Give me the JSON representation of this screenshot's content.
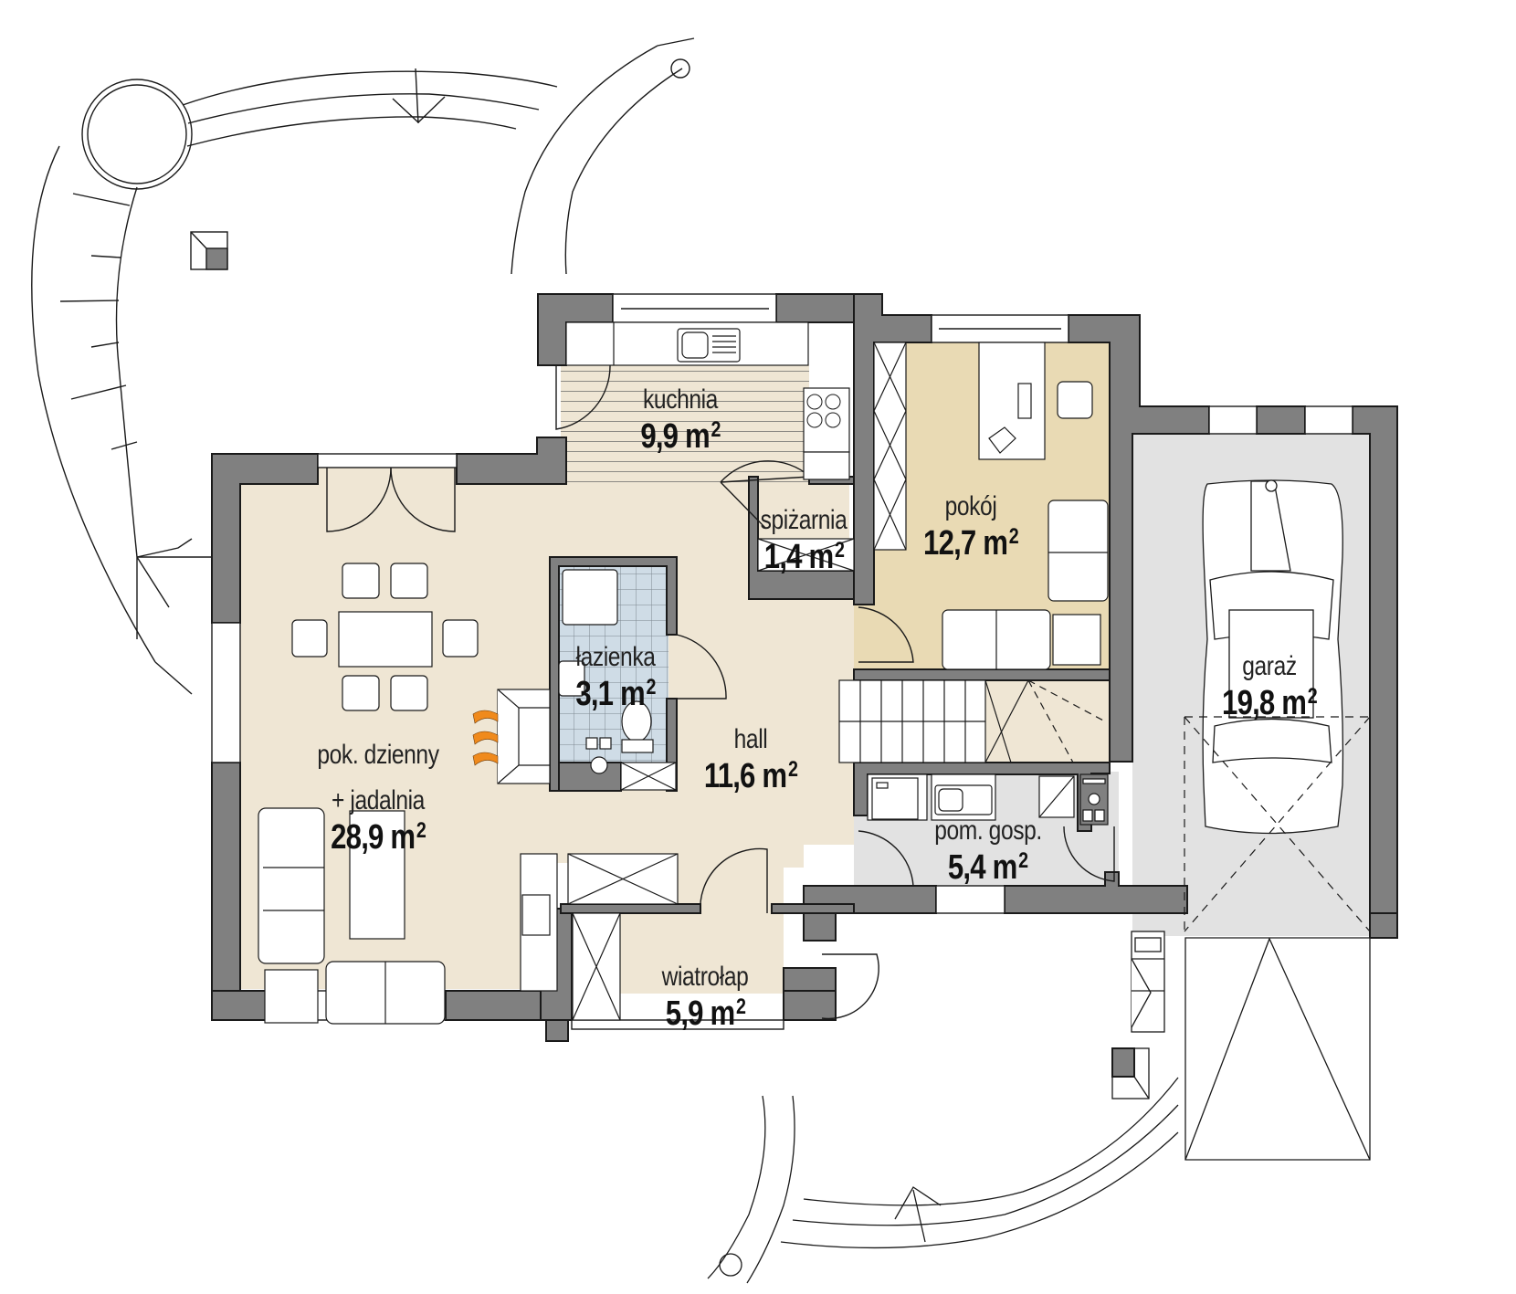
{
  "plan": {
    "type": "floor-plan",
    "level": "ground-floor",
    "colors": {
      "wall": "#808080",
      "wall_outline": "#1a1a1a",
      "beige_floor": "#efe6d4",
      "room_pokoj_floor": "#e9dab4",
      "tile_floor": "#cfdce6",
      "grey_floor": "#e2e2e2",
      "fireplace_flame": "#f08a1c",
      "line": "#1a1a1a"
    },
    "area_unit": "m",
    "area_unit_exp": "2",
    "rooms": [
      {
        "id": "kuchnia",
        "name": "kuchnia",
        "area": "9,9"
      },
      {
        "id": "spizarnia",
        "name": "spiżarnia",
        "area": "1,4"
      },
      {
        "id": "pokoj",
        "name": "pokój",
        "area": "12,7"
      },
      {
        "id": "lazienka",
        "name": "łazienka",
        "area": "3,1"
      },
      {
        "id": "hall",
        "name": "hall",
        "area": "11,6"
      },
      {
        "id": "pok_dzienny",
        "name": "pok. dzienny",
        "name2": "+ jadalnia",
        "area": "28,9"
      },
      {
        "id": "pom_gosp",
        "name": "pom. gosp.",
        "area": "5,4"
      },
      {
        "id": "wiatrolap",
        "name": "wiatrołap",
        "area": "5,9"
      },
      {
        "id": "garaz",
        "name": "garaż",
        "area": "19,8"
      }
    ],
    "icons": [
      "car-icon",
      "sink-icon",
      "stove-icon",
      "shower-icon",
      "toilet-icon",
      "washbasin-icon",
      "fireplace-icon",
      "dining-table-icon",
      "sofa-icon",
      "desk-icon",
      "armchair-icon",
      "wardrobe-icon",
      "staircase-icon",
      "door-swing-icon",
      "window-icon",
      "chimney-icon",
      "garage-door-icon",
      "terrace-icon",
      "washing-machine-icon",
      "boiler-icon"
    ]
  }
}
